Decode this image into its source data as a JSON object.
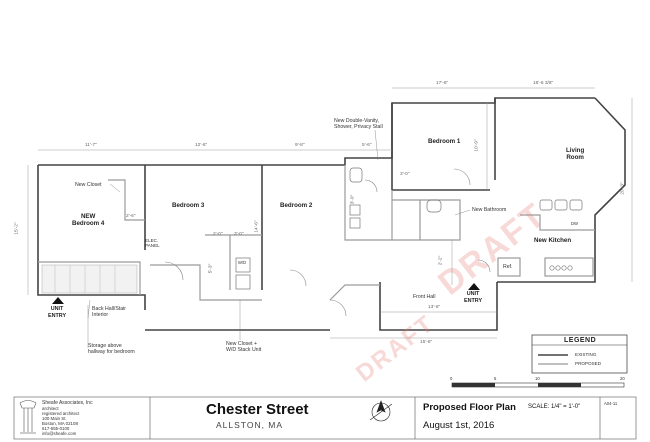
{
  "title_block": {
    "project": "Chester Street",
    "location": "ALLSTON, MA",
    "sheet_title": "Proposed Floor Plan",
    "date": "August 1st, 2016",
    "scale": "SCALE: 1/4\" = 1'-0\"",
    "sheet_no": "A04-11",
    "firm_name": "Sheafe Associates, Inc",
    "firm_lines": [
      "architect",
      "registered architect",
      "100 Main St.",
      "Boston, MA 02108",
      "617-555-0100",
      "info@sheafe.com"
    ]
  },
  "legend": {
    "title": "LEGEND",
    "items": [
      {
        "label": "EXISTING",
        "color": "#444444"
      },
      {
        "label": "PROPOSED",
        "color": "#9a9a9a"
      }
    ]
  },
  "scale_bar": {
    "ticks": [
      "0",
      "5",
      "10",
      "20"
    ]
  },
  "rooms": {
    "bedroom1": "Bedroom 1",
    "bedroom2": "Bedroom 2",
    "bedroom3": "Bedroom 3",
    "bedroom4_line1": "NEW",
    "bedroom4_line2": "Bedroom 4",
    "living_line1": "Living",
    "living_line2": "Room",
    "kitchen": "New Kitchen",
    "front_hall": "Front Hall",
    "ref": "Ref.",
    "wd": "W/D",
    "dw": "DW"
  },
  "notes": {
    "new_closet": "New Closet",
    "elec_line1": "ELEC.",
    "elec_line2": "PANEL",
    "new_bath_line1": "New Double-Vanity,",
    "new_bath_line2": "Shower, Privacy Stall",
    "new_bathroom": "New Bathroom",
    "back_hall_line1": "Back Hall/Stair",
    "back_hall_line2": "Interior",
    "storage_line1": "Storage above",
    "storage_line2": "hallway for bedroom",
    "closet_wd_line1": "New Closet +",
    "closet_wd_line2": "W/D Stack Unit",
    "unit_entry_left_1": "UNIT",
    "unit_entry_left_2": "ENTRY",
    "unit_entry_right_1": "UNIT",
    "unit_entry_right_2": "ENTRY"
  },
  "dimensions": {
    "d_11_7": "11'-7\"",
    "d_12_6": "12'-6\"",
    "d_9_8": "9'-8\"",
    "d_5_6": "5'-6\"",
    "d_17_6": "17'-6\"",
    "d_16_6": "16'-6 3/8\"",
    "d_15_2": "15'-2\"",
    "d_10_9": "10'-9\"",
    "d_20_3": "20'-3\"",
    "d_14_6": "14'-6\"",
    "d_3_0a": "3'-0\"",
    "d_2_6": "2'-6\"",
    "d_2_0": "2'-0\"",
    "d_3_0b": "3'-0\"",
    "d_5_3": "5'-3\"",
    "d_3_0c": "3'-0\"",
    "d_2_2": "2'-2\"",
    "d_13_6": "13'-6\"",
    "d_15_6": "15'-6\""
  },
  "watermark": "DRAFT",
  "colors": {
    "existing_wall": "#444444",
    "proposed_wall": "#9a9a9a",
    "watermark": "#e07a6e"
  }
}
